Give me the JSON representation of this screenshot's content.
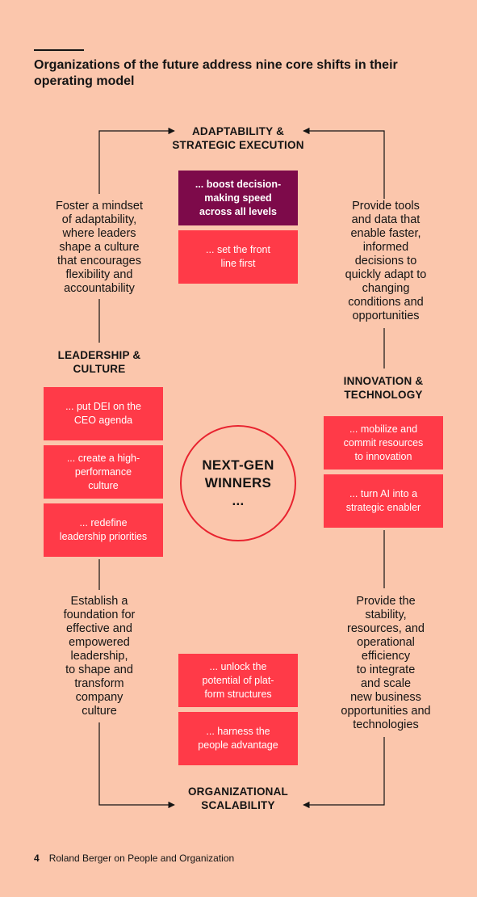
{
  "title": "Organizations of the future address nine core shifts in their operating model",
  "headings": {
    "top": [
      "ADAPTABILITY &",
      "STRATEGIC EXECUTION"
    ],
    "left": [
      "LEADERSHIP &",
      "CULTURE"
    ],
    "right": [
      "INNOVATION &",
      "TECHNOLOGY"
    ],
    "bottom": [
      "ORGANIZATIONAL",
      "SCALABILITY"
    ]
  },
  "descriptions": {
    "top_left": [
      "Foster a mindset",
      "of adaptability,",
      "where leaders",
      "shape a culture",
      "that encourages",
      "flexibility and",
      "accountability"
    ],
    "top_right": [
      "Provide tools",
      "and data that",
      "enable faster,",
      "informed",
      "decisions to",
      "quickly adapt to",
      "changing",
      "conditions and",
      "opportunities"
    ],
    "bottom_left": [
      "Establish a",
      "foundation for",
      "effective and",
      "empowered",
      "leadership,",
      "to shape and",
      "transform",
      "company",
      "culture"
    ],
    "bottom_right": [
      "Provide the",
      "stability,",
      "resources, and",
      "operational",
      "efficiency",
      "to integrate",
      "and scale",
      "new business",
      "opportunities and",
      "technologies"
    ]
  },
  "shifts": {
    "top": [
      [
        "... boost decision-",
        "making speed",
        "across all levels"
      ],
      [
        "... set the front",
        "line first"
      ]
    ],
    "left": [
      [
        "... put DEI on the",
        "CEO agenda"
      ],
      [
        "... create a high-",
        "performance",
        "culture"
      ],
      [
        "... redefine",
        "leadership priorities"
      ]
    ],
    "right": [
      [
        "... mobilize and",
        "commit resources",
        "to innovation"
      ],
      [
        "... turn AI into a",
        "strategic enabler"
      ]
    ],
    "bottom": [
      [
        "... unlock the",
        "potential of plat-",
        "form structures"
      ],
      [
        "... harness the",
        "people advantage"
      ]
    ]
  },
  "center": [
    "NEXT-GEN",
    "WINNERS",
    "..."
  ],
  "footer": {
    "page": "4",
    "text": "Roland Berger on People and Organization"
  },
  "colors": {
    "background": "#FBC6AC",
    "accent": "#FF3A48",
    "highlight": "#7D0A4A",
    "circle": "#E8232F"
  }
}
